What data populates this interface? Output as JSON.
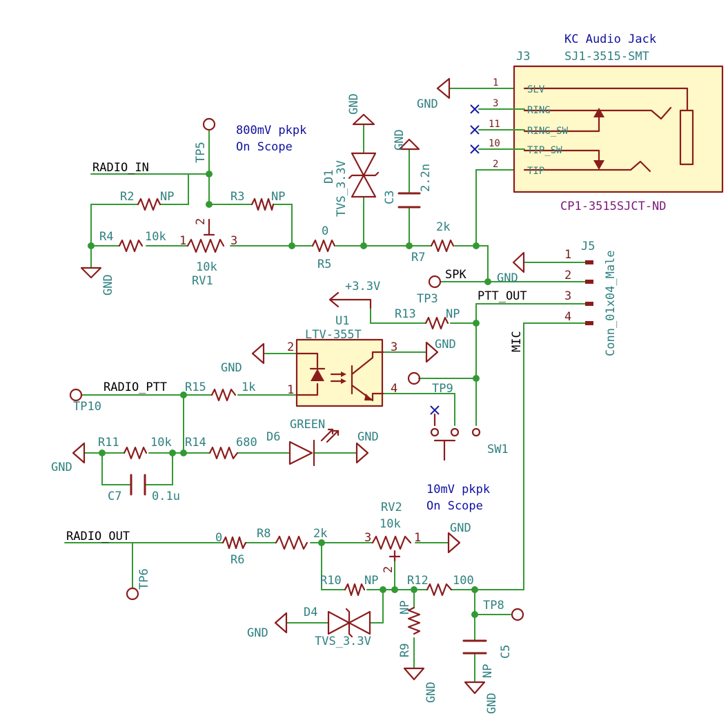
{
  "nets": {
    "radio_in": "RADIO_IN",
    "radio_ptt": "RADIO_PTT",
    "radio_out": "RADIO_OUT",
    "spk": "SPK",
    "ptt_out": "PTT_OUT",
    "mic": "MIC",
    "vcc": "+3.3V",
    "gnd": "GND"
  },
  "notes": {
    "in_level_1": "800mV pkpk",
    "in_level_2": "On Scope",
    "out_level_1": "10mV pkpk",
    "out_level_2": "On Scope"
  },
  "jack": {
    "title_1": "KC Audio Jack",
    "title_2": "SJ1-3515-SMT",
    "ref": "J3",
    "footprint": "CP1-3515SJCT-ND",
    "pins": [
      {
        "num": "1",
        "name": "SLV"
      },
      {
        "num": "3",
        "name": "RING"
      },
      {
        "num": "11",
        "name": "RING_SW"
      },
      {
        "num": "10",
        "name": "TIP_SW"
      },
      {
        "num": "2",
        "name": "TIP"
      }
    ]
  },
  "connector": {
    "ref": "J5",
    "value": "Conn_01x04_Male",
    "pins": [
      "1",
      "2",
      "3",
      "4"
    ]
  },
  "optocoupler": {
    "ref": "U1",
    "value": "LTV-355T",
    "pins": [
      "1",
      "2",
      "3",
      "4"
    ]
  },
  "parts": {
    "R2": {
      "ref": "R2",
      "value": "NP"
    },
    "R3": {
      "ref": "R3",
      "value": "NP"
    },
    "R4": {
      "ref": "R4",
      "value": "10k"
    },
    "RV1": {
      "ref": "RV1",
      "value": "10k",
      "pin1": "1",
      "pin2": "2",
      "pin3": "3"
    },
    "R5": {
      "ref": "R5",
      "value": "0"
    },
    "R7": {
      "ref": "R7",
      "value": "2k"
    },
    "D1": {
      "ref": "D1",
      "value": "TVS_3.3V"
    },
    "C3": {
      "ref": "C3",
      "value": "2.2n"
    },
    "R13": {
      "ref": "R13",
      "value": "NP"
    },
    "R15": {
      "ref": "R15",
      "value": "1k"
    },
    "R11": {
      "ref": "R11",
      "value": "10k"
    },
    "R14": {
      "ref": "R14",
      "value": "680"
    },
    "D6": {
      "ref": "D6",
      "value": "GREEN"
    },
    "C7": {
      "ref": "C7",
      "value": "0.1u"
    },
    "R6": {
      "ref": "R6",
      "value": "0"
    },
    "R8": {
      "ref": "R8",
      "value": "2k"
    },
    "RV2": {
      "ref": "RV2",
      "value": "10k",
      "pin1": "1",
      "pin2": "2",
      "pin3": "3"
    },
    "R10": {
      "ref": "R10",
      "value": "NP"
    },
    "R12": {
      "ref": "R12",
      "value": "100"
    },
    "R9": {
      "ref": "R9",
      "value": "NP"
    },
    "C5": {
      "ref": "C5",
      "value": "NP"
    },
    "D4": {
      "ref": "D4",
      "value": "TVS_3.3V"
    },
    "SW1": {
      "ref": "SW1"
    }
  },
  "testpoints": {
    "TP3": "TP3",
    "TP5": "TP5",
    "TP6": "TP6",
    "TP8": "TP8",
    "TP9": "TP9",
    "TP10": "TP10"
  }
}
